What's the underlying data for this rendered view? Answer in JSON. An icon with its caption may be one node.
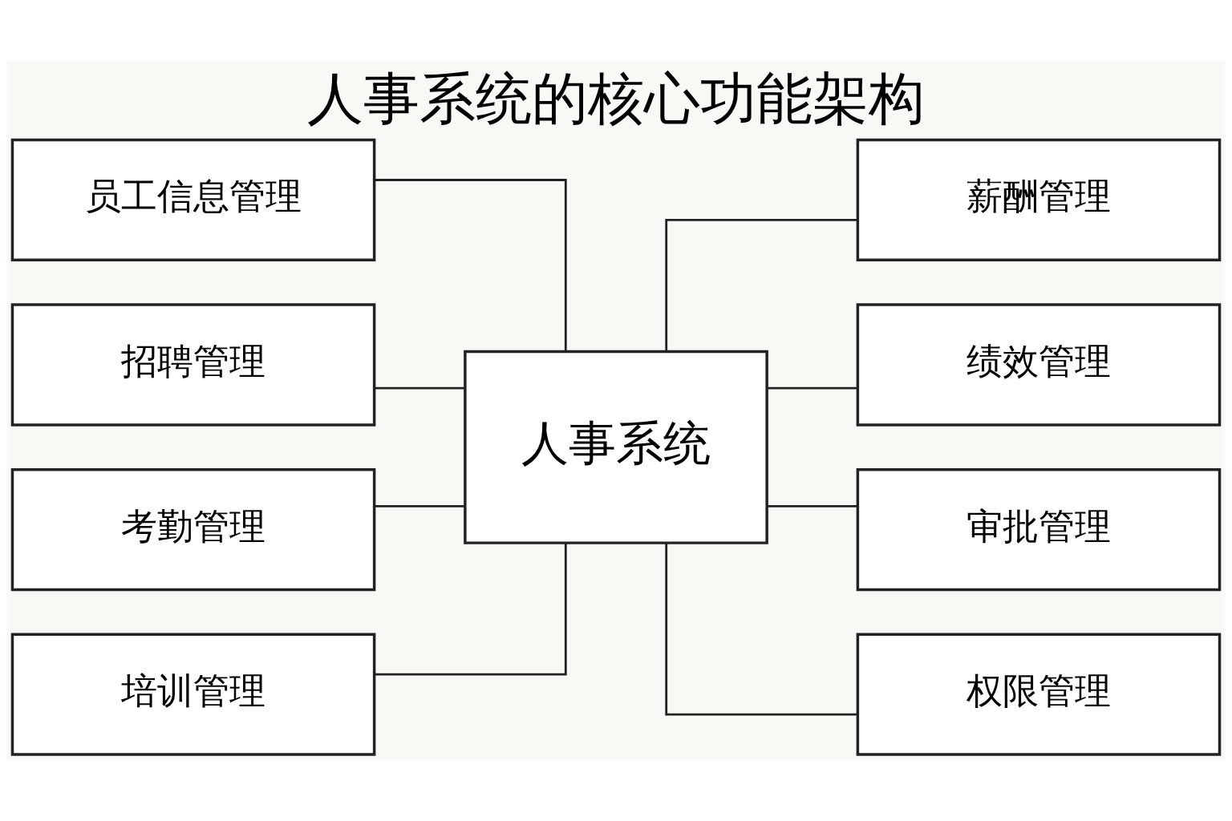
{
  "diagram": {
    "title": "人事系统的核心功能架构",
    "nodes": [
      {
        "text": [
          "员工信息管理"
        ]
      },
      {
        "text": [
          "招聘管理"
        ]
      },
      {
        "text": [
          "考勤管理"
        ]
      },
      {
        "text": [
          "培训管理"
        ]
      },
      {
        "text": [
          "人事系统"
        ]
      },
      {
        "text": [
          "薪酬管理"
        ]
      },
      {
        "text": [
          "绩效管理"
        ]
      },
      {
        "text": [
          "审批管理"
        ]
      },
      {
        "text": [
          "权限管理"
        ]
      }
    ],
    "edges": [
      {
        "from": 0,
        "to": 4,
        "arrow": "none"
      },
      {
        "from": 1,
        "to": 4,
        "arrow": "none"
      },
      {
        "from": 2,
        "to": 4,
        "arrow": "none"
      },
      {
        "from": 3,
        "to": 4,
        "arrow": "none"
      },
      {
        "from": 4,
        "to": 5,
        "arrow": "none"
      },
      {
        "from": 4,
        "to": 6,
        "arrow": "none"
      },
      {
        "from": 4,
        "to": 7,
        "arrow": "none"
      },
      {
        "from": 4,
        "to": 8,
        "arrow": "none"
      }
    ]
  }
}
